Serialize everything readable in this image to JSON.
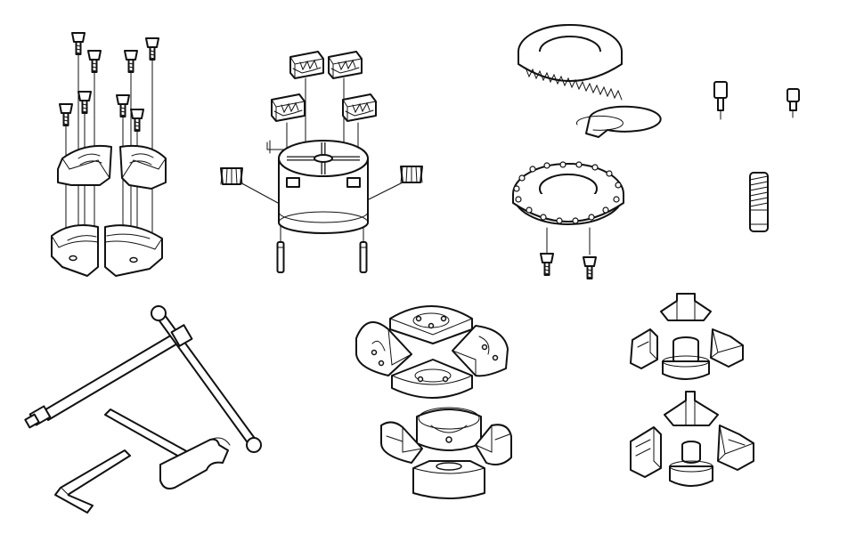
{
  "diagram": {
    "background": "#ffffff",
    "line_color": "#111111",
    "parts": [
      {
        "name": "soft-jaw-set",
        "icon": "soft-jaws-icon"
      },
      {
        "name": "four-jaw-chuck-exploded",
        "icon": "chuck-icon"
      },
      {
        "name": "scroll-ring-gear-assembly",
        "icon": "gear-ring-icon"
      },
      {
        "name": "screws-and-stud",
        "icon": "screw-icon"
      },
      {
        "name": "chuck-key-and-hex-wrenches",
        "icon": "wrench-icon"
      },
      {
        "name": "segmented-jaw-sets",
        "icon": "segment-jaws-icon"
      },
      {
        "name": "stepped-jaw-sets",
        "icon": "stepped-jaws-icon"
      }
    ]
  }
}
